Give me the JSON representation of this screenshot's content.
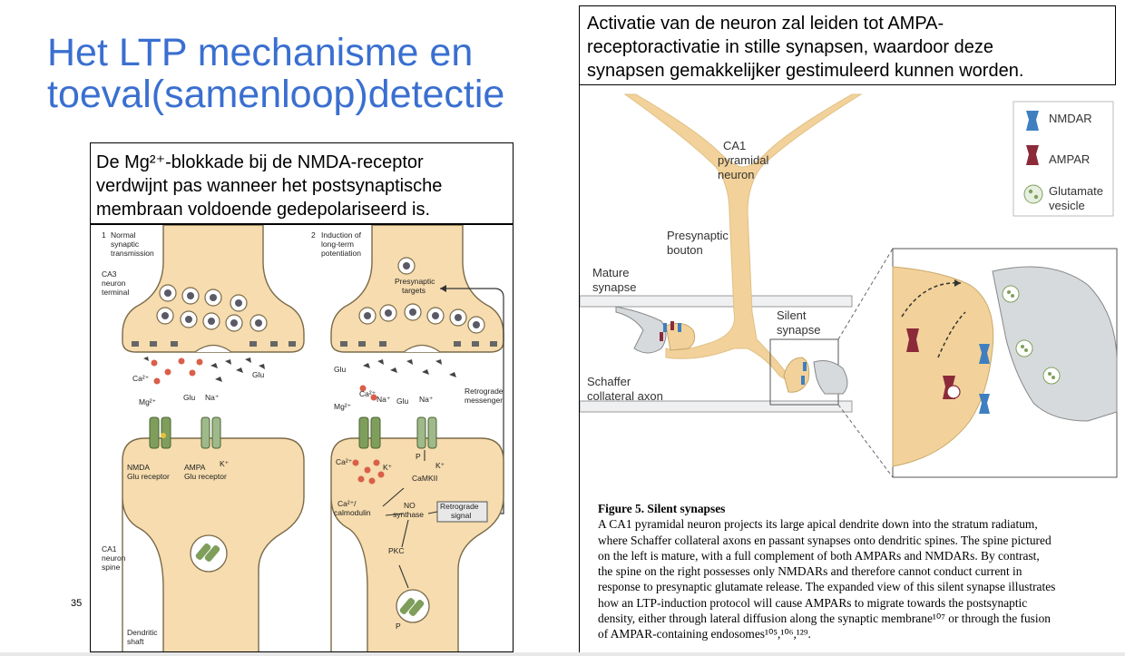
{
  "slide": {
    "title_lines": [
      "Het LTP mechanisme en",
      "toeval(samenloop)detectie"
    ],
    "number": "35"
  },
  "left_box": {
    "caption_lines": [
      "De Mg²⁺-blokkade bij de NMDA-receptor",
      "verdwijnt pas wanneer het postsynaptische",
      "membraan voldoende gedepolariseerd is."
    ],
    "panel1": {
      "number": "1",
      "heading_lines": [
        "Normal",
        "synaptic",
        "transmission"
      ],
      "presyn_label_lines": [
        "CA3",
        "neuron",
        "terminal"
      ],
      "ca_label": "Ca²⁺",
      "glu_label": "Glu",
      "mg_label": "Mg²⁺",
      "glu_label2": "Glu",
      "na_label": "Na⁺",
      "k_label": "K⁺",
      "nmda_label_lines": [
        "NMDA",
        "Glu receptor"
      ],
      "ampa_label_lines": [
        "AMPA",
        "Glu receptor"
      ],
      "postsyn_label_lines": [
        "CA1",
        "neuron",
        "spine"
      ],
      "shaft_label_lines": [
        "Dendritic",
        "shaft"
      ]
    },
    "panel2": {
      "number": "2",
      "heading_lines": [
        "Induction of",
        "long-term",
        "potentiation"
      ],
      "presyn_targets_lines": [
        "Presynaptic",
        "targets"
      ],
      "glu_label": "Glu",
      "retro_messenger_lines": [
        "Retrograde",
        "messenger"
      ],
      "ca_label": "Ca²⁺",
      "mg_label": "Mg²⁺",
      "na_label": "Na⁺",
      "glu_label2": "Glu",
      "na_label2": "Na⁺",
      "k_label": "K⁺",
      "k_label2": "K⁺",
      "p_label": "P",
      "ca_label2": "Ca²⁺",
      "camkii_label": "CaMKII",
      "calmodulin_lines": [
        "Ca²⁺/",
        "calmodulin"
      ],
      "no_synthase_lines": [
        "NO",
        "synthase"
      ],
      "retro_signal_lines": [
        "Retrograde",
        "signal"
      ],
      "pkc_label": "PKC",
      "p_label2": "P"
    }
  },
  "right_box": {
    "caption_lines": [
      "Activatie van de neuron zal leiden tot AMPA-",
      "receptoractivatie in stille synapsen, waardoor deze",
      "synapsen gemakkelijker gestimuleerd kunnen worden."
    ],
    "legend": {
      "nmdar": "NMDAR",
      "ampar": "AMPAR",
      "vesicle_lines": [
        "Glutamate",
        "vesicle"
      ]
    },
    "labels": {
      "ca1_lines": [
        "CA1",
        "pyramidal",
        "neuron"
      ],
      "bouton_lines": [
        "Presynaptic",
        "bouton"
      ],
      "mature_lines": [
        "Mature",
        "synapse"
      ],
      "silent_lines": [
        "Silent",
        "synapse"
      ],
      "schaffer_lines": [
        "Schaffer",
        "collateral axon"
      ]
    },
    "figure_caption": {
      "title": "Figure 5. Silent synapses",
      "lines": [
        "A CA1 pyramidal neuron projects its large apical dendrite down into the stratum radiatum,",
        "where Schaffer collateral axons en passant synapses onto dendritic spines. The spine pictured",
        "on the left is mature, with a full complement of both AMPARs and NMDARs. By contrast,",
        "the spine on the right possesses only NMDARs and therefore cannot conduct current in",
        "response to presynaptic glutamate release. The expanded view of this silent synapse illustrates",
        "how an LTP-induction protocol will cause AMPARs to migrate towards the postsynaptic",
        "density, either through lateral diffusion along the synaptic membrane¹⁰⁷ or through the fusion",
        "of AMPAR-containing endosomes¹⁰⁵,¹⁰⁶,¹²⁹."
      ]
    }
  },
  "colors": {
    "title_blue": "#3a6fd0",
    "cell_beige": "#f6dcae",
    "cell_outline": "#7a6a4a",
    "dendrite": "#f2d29a",
    "nmdar_blue": "#3f7fc0",
    "ampar_red": "#8c2a3a",
    "receptor_green": "#7f9e5c",
    "grey_bouton": "#d6dadc"
  }
}
